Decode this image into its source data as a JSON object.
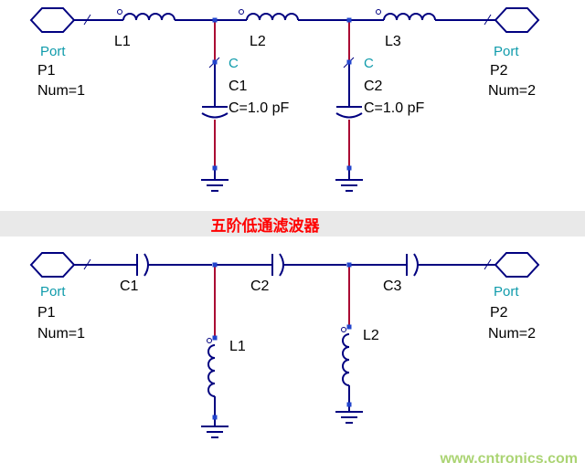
{
  "title": {
    "text": "五阶低通滤波器"
  },
  "watermark": {
    "text": "www.cntronics.com"
  },
  "colors": {
    "wire": "#000080",
    "branch_wire": "#aa0a33",
    "pin_square": "#2244cc",
    "teal_label": "#0f9bab",
    "title_red": "#ff0000",
    "watermark_green": "#abd473",
    "band_gray": "#e9e9e9"
  },
  "top_circuit": {
    "ports": {
      "left": {
        "type": "Port",
        "name": "P1",
        "num": "Num=1"
      },
      "right": {
        "type": "Port",
        "name": "P2",
        "num": "Num=2"
      }
    },
    "inductors": [
      {
        "label": "L1"
      },
      {
        "label": "L2"
      },
      {
        "label": "L3"
      }
    ],
    "capacitors": [
      {
        "prefix": "C",
        "name": "C1",
        "value": "C=1.0 pF"
      },
      {
        "prefix": "C",
        "name": "C2",
        "value": "C=1.0 pF"
      }
    ]
  },
  "bottom_circuit": {
    "ports": {
      "left": {
        "type": "Port",
        "name": "P1",
        "num": "Num=1"
      },
      "right": {
        "type": "Port",
        "name": "P2",
        "num": "Num=2"
      }
    },
    "capacitors": [
      {
        "label": "C1"
      },
      {
        "label": "C2"
      },
      {
        "label": "C3"
      }
    ],
    "inductors": [
      {
        "name": "L1"
      },
      {
        "name": "L2"
      }
    ]
  }
}
